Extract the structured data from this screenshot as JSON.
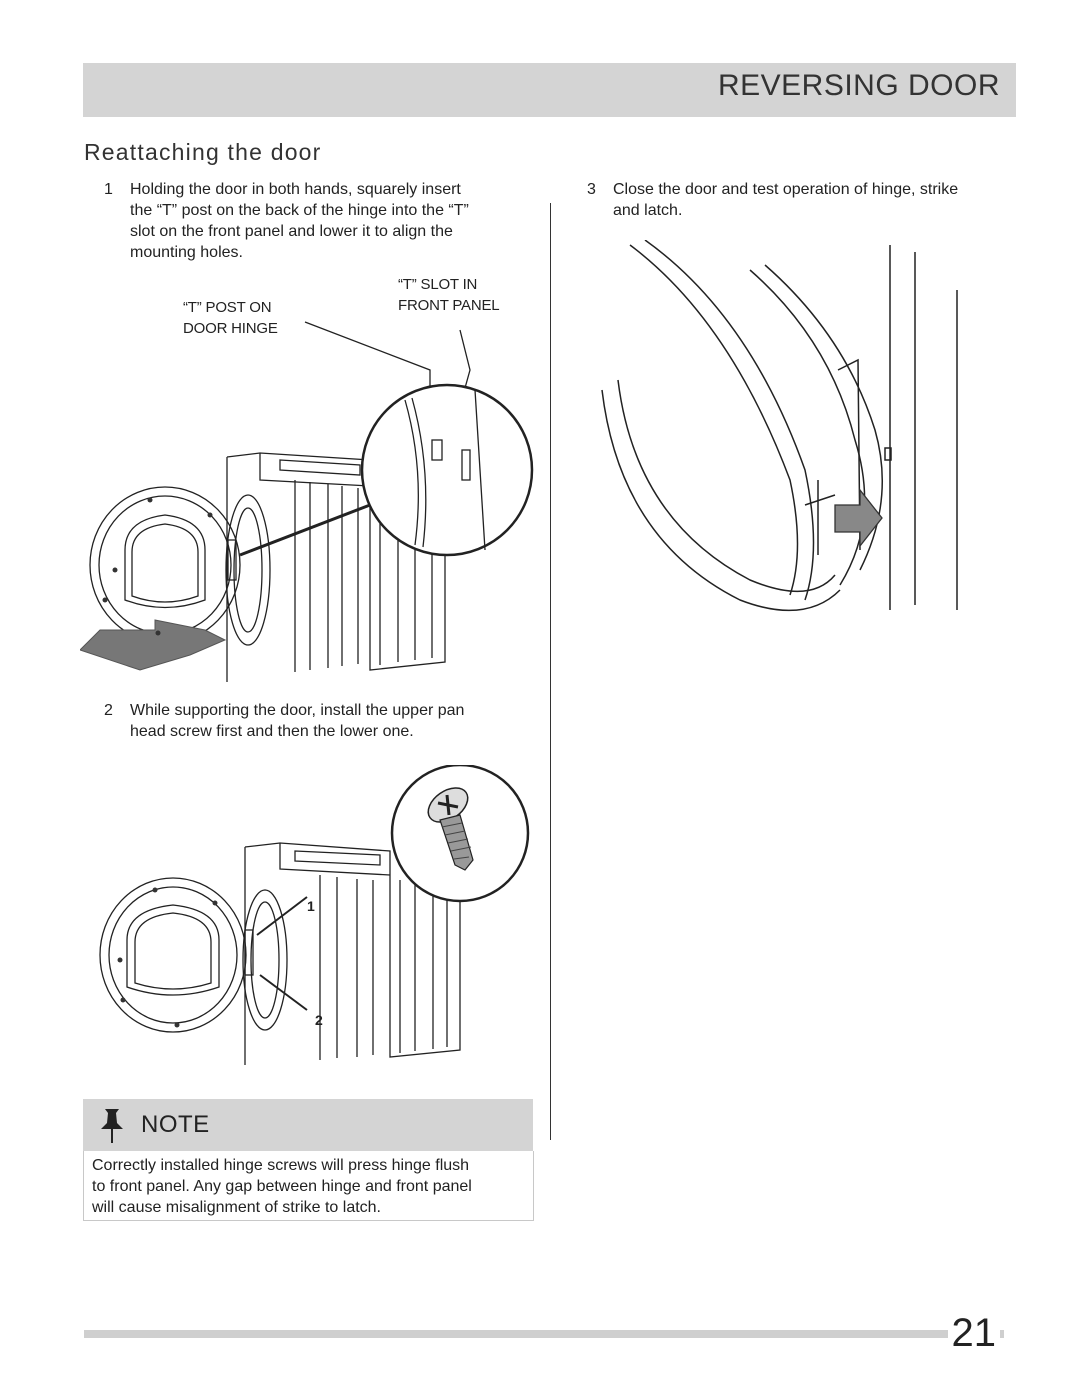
{
  "header": {
    "title": "REVERSING DOOR"
  },
  "section": {
    "title": "Reattaching the door"
  },
  "steps": [
    {
      "num": "1",
      "lines": [
        "Holding the door in both hands, squarely insert",
        "the “T” post on the back of the hinge into the “T”",
        "slot on the front panel and lower it to align the",
        "mounting holes."
      ]
    },
    {
      "num": "2",
      "lines": [
        "While supporting the door, install the upper pan",
        "head screw first and then the lower one."
      ]
    },
    {
      "num": "3",
      "lines": [
        "Close the door and test operation of hinge, strike",
        "and latch."
      ]
    }
  ],
  "figure1": {
    "label_post": [
      "“T” POST ON",
      "DOOR HINGE"
    ],
    "label_slot": [
      "“T” SLOT IN",
      "FRONT PANEL"
    ]
  },
  "figure2": {
    "callout_1": "1",
    "callout_2": "2"
  },
  "note": {
    "title": "NOTE",
    "icon": "pushpin-icon",
    "lines": [
      "Correctly installed hinge screws will press hinge flush",
      "to front panel. Any gap between hinge and front panel",
      "will cause misalignment of strike to latch."
    ]
  },
  "footer": {
    "page_number": "21"
  }
}
